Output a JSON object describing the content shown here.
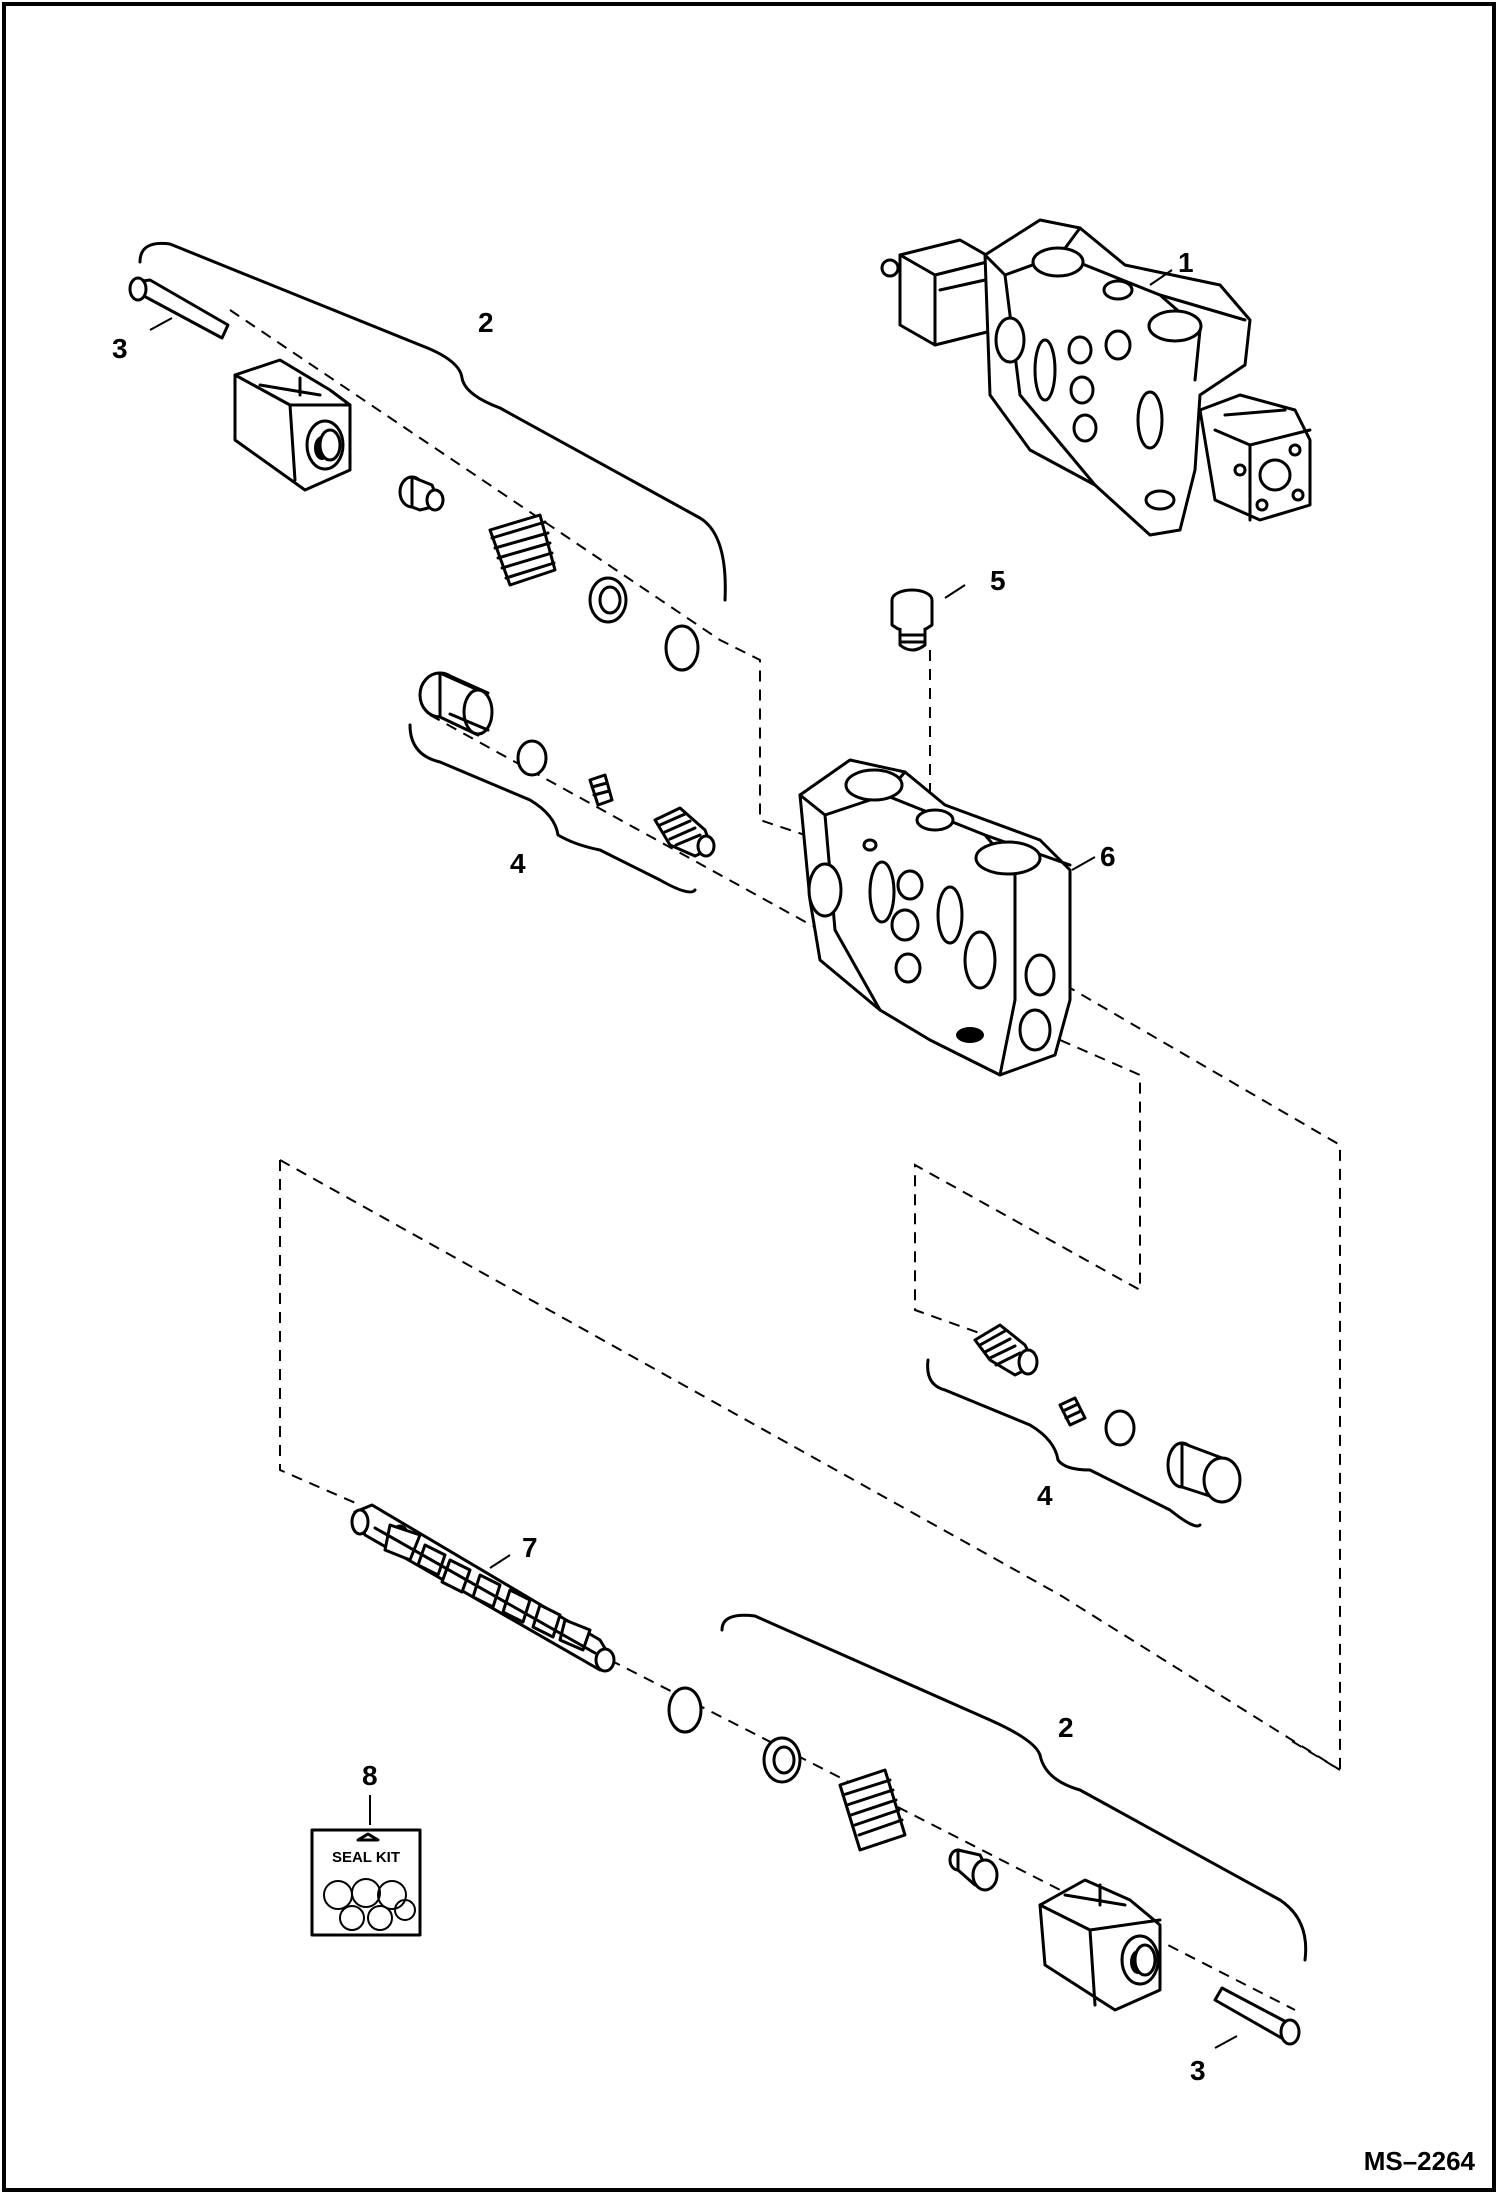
{
  "diagram": {
    "kind": "exploded parts view",
    "reference_code": "MS–2264"
  },
  "callouts": {
    "c1": "1",
    "c2_top": "2",
    "c3_top": "3",
    "c4_left": "4",
    "c5": "5",
    "c6": "6",
    "c4_right": "4",
    "c7": "7",
    "c2_bottom": "2",
    "c8": "8",
    "c3_bottom": "3"
  },
  "seal_kit": {
    "label": "SEAL KIT"
  },
  "icons": [
    "valve-assembly-icon",
    "valve-section-icon",
    "spring-cap-icon",
    "bolt-icon",
    "spring-icon",
    "plug-icon",
    "spool-icon",
    "seal-kit-icon"
  ]
}
